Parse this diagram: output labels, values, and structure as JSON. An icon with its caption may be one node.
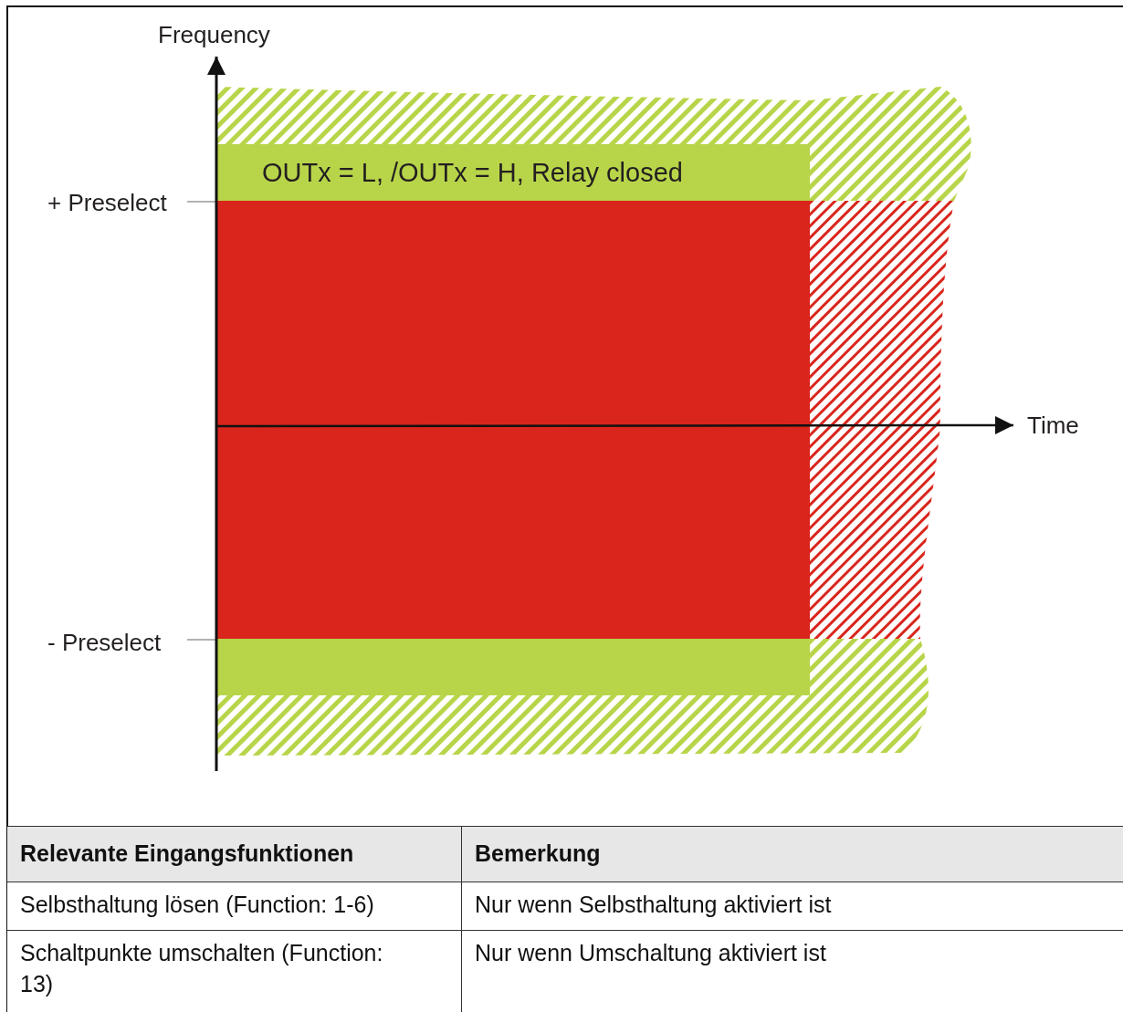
{
  "diagram": {
    "nodes": [
      {
        "text": [
          "OUTx = L, /OUTx = H, Relay closed"
        ]
      },
      {
        "text": [],
        "shape": "bar"
      },
      {
        "text": [],
        "shape": "bar"
      }
    ],
    "labels": [
      "Frequency",
      "+ Preselect",
      "Time",
      "- Preselect",
      "Relevante Eingangsfunktionen",
      "Bemerkung",
      "Selbsthaltung lösen (Function: 1-6)",
      "Nur wenn Selbsthaltung aktiviert ist",
      "Schaltpunkte umschalten (Function: 13)",
      "Nur wenn Umschaltung aktiviert ist"
    ]
  }
}
